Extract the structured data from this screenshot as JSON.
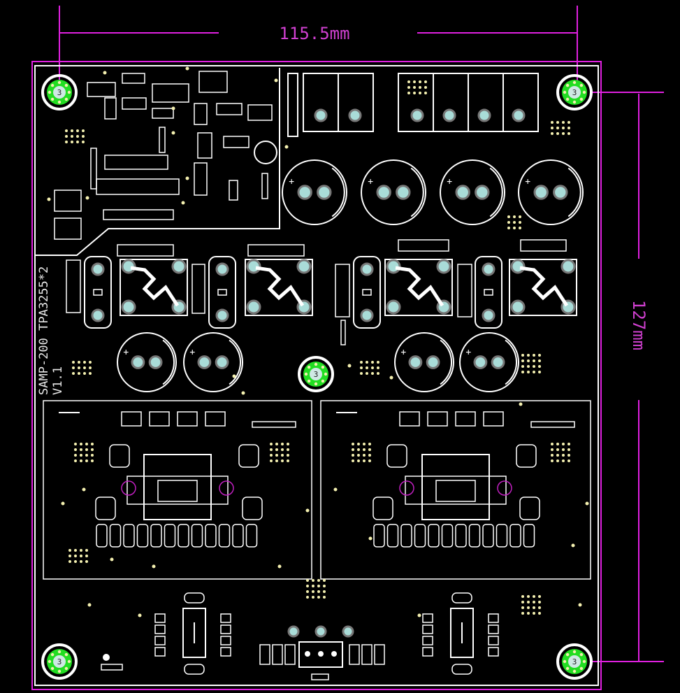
{
  "board": {
    "silkscreen_title": "SAMP-200 TPA3255*2",
    "silkscreen_version": "V1.1",
    "width_dimension": "115.5mm",
    "height_dimension": "127mm",
    "mounting_hole_label": "3"
  },
  "colors": {
    "background": "#000000",
    "board_outline": "#e020e0",
    "dimension": "#d040d0",
    "silkscreen": "#ffffff",
    "mounting_hole_copper": "#22dd22",
    "pad": "#a9dcd8",
    "via": "#f4f0b0"
  }
}
